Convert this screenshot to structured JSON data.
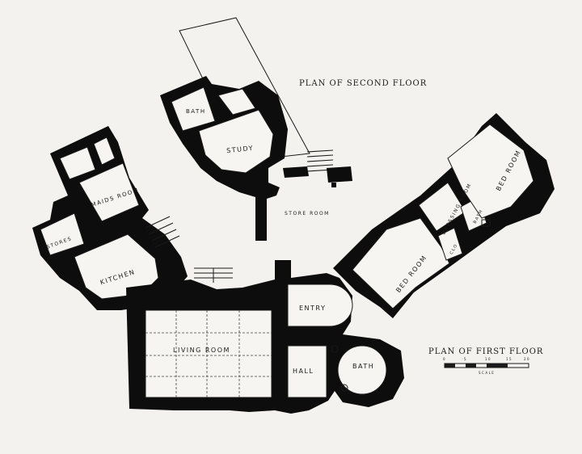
{
  "titles": {
    "second_floor": "PLAN OF SECOND FLOOR",
    "first_floor": "PLAN OF FIRST FLOOR"
  },
  "rooms": {
    "bath_upper": "BATH",
    "study": "STUDY",
    "store_room": "STORE ROOM",
    "maids_room": "MAIDS ROOM",
    "stores": "STORES",
    "kitchen": "KITCHEN",
    "dressing_room": "DRESSING ROOM",
    "bed_room_upper": "BED ROOM",
    "bath_small": "BATH",
    "clo": "CLO",
    "bed_room_lower": "BED ROOM",
    "entry": "ENTRY",
    "living_room": "LIVING ROOM",
    "hall": "HALL",
    "bath_lower": "BATH"
  },
  "scale": {
    "label": "SCALE",
    "ticks": [
      "0",
      "5",
      "10",
      "15",
      "20"
    ]
  }
}
